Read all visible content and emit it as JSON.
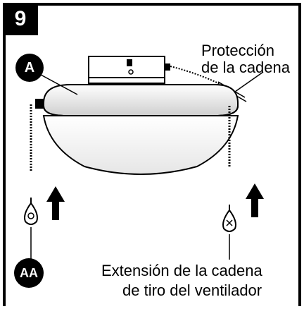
{
  "step": {
    "number": "9"
  },
  "labels": {
    "chain_guard_line1": "Protección",
    "chain_guard_line2": "de la cadena",
    "fan_chain_line1": "Extensión de la cadena",
    "fan_chain_line2": "de tiro del ventilador"
  },
  "callouts": {
    "a": "A",
    "aa": "AA"
  },
  "colors": {
    "ink": "#000000",
    "paper": "#ffffff",
    "shade": "#d9d9d9"
  }
}
